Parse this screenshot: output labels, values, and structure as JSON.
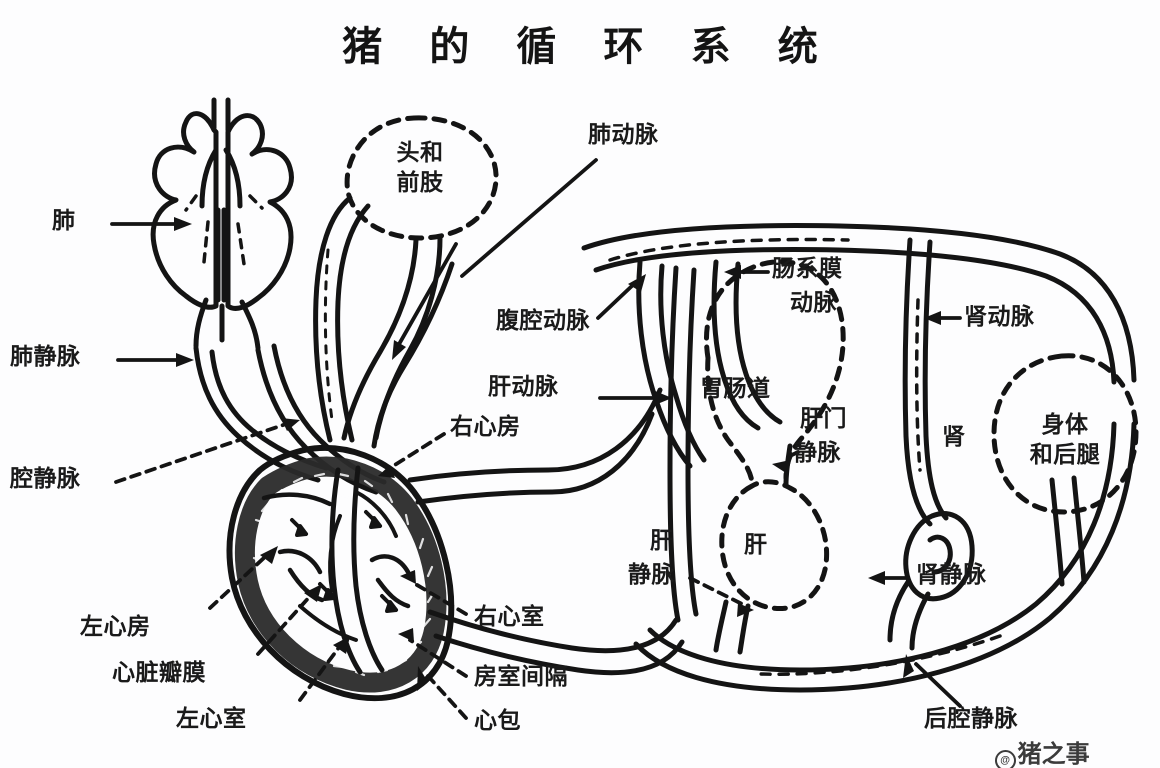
{
  "title": "猪 的 循 环 系 统",
  "watermark": {
    "at": "@",
    "text": "猪之事"
  },
  "labels": {
    "lung": "肺",
    "pulmonary_vein": "肺静脉",
    "vena_cava": "腔静脉",
    "head_forelimbs_line1": "头和",
    "head_forelimbs_line2": "前肢",
    "pulmonary_artery": "肺动脉",
    "celiac_artery": "腹腔动脉",
    "hepatic_artery": "肝动脉",
    "right_atrium": "右心房",
    "mesenteric_artery_line1": "肠系膜",
    "mesenteric_artery_line2": "动脉",
    "renal_artery": "肾动脉",
    "gi_tract": "胃肠道",
    "hepatic_portal_vein_line1": "肝门",
    "hepatic_portal_vein_line2": "静脉",
    "kidney": "肾",
    "body_hindlegs_line1": "身体",
    "body_hindlegs_line2": "和后腿",
    "liver": "肝",
    "hepatic_vein_line1": "肝",
    "hepatic_vein_line2": "静脉",
    "renal_vein": "肾静脉",
    "left_atrium": "左心房",
    "heart_valve": "心脏瓣膜",
    "left_ventricle": "左心室",
    "right_ventricle": "右心室",
    "septum": "房室间隔",
    "pericardium": "心包",
    "posterior_vena_cava": "后腔静脉"
  },
  "colors": {
    "ink": "#141414",
    "background": "#fdfdfe"
  },
  "diagram": {
    "type": "anatomical-schematic",
    "subject": "pig circulatory system",
    "organs": [
      "lungs",
      "heart",
      "head-and-forelimbs",
      "gastrointestinal-tract",
      "liver",
      "kidney",
      "body-and-hind-legs"
    ]
  }
}
